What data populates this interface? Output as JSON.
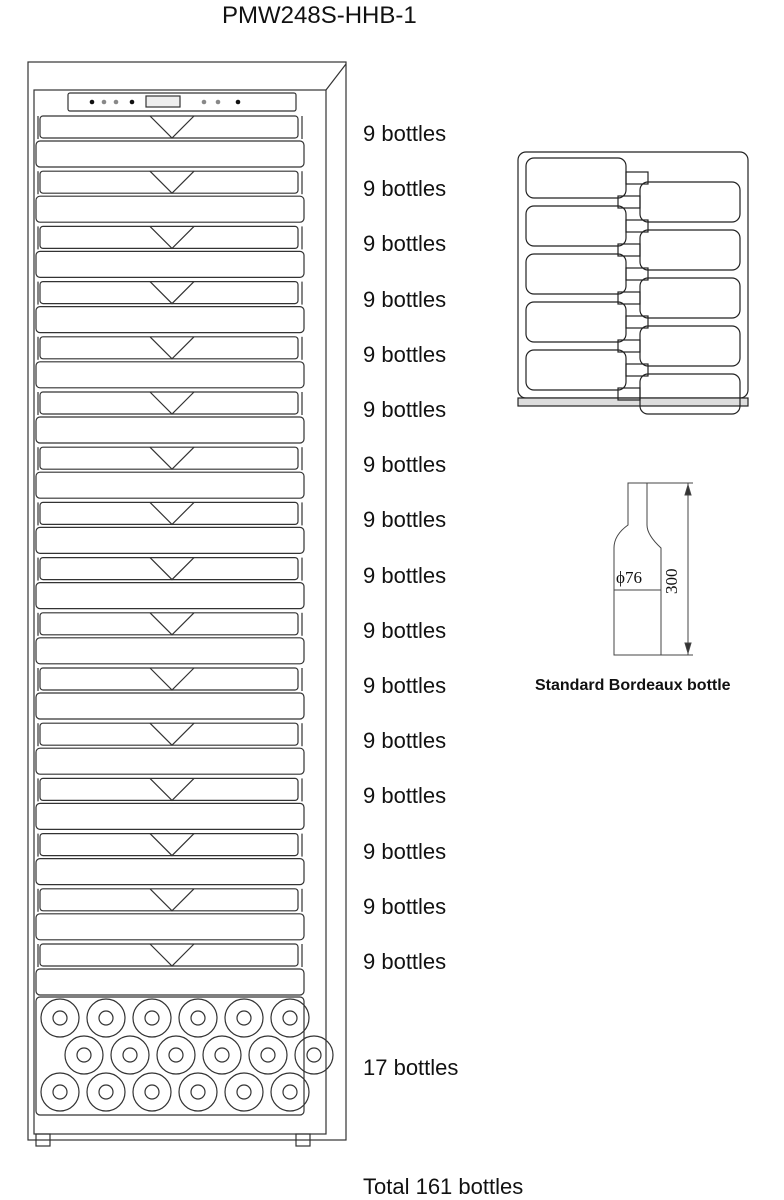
{
  "title": "PMW248S-HHB-1",
  "shelves": [
    {
      "label": "9 bottles"
    },
    {
      "label": "9 bottles"
    },
    {
      "label": "9 bottles"
    },
    {
      "label": "9 bottles"
    },
    {
      "label": "9 bottles"
    },
    {
      "label": "9 bottles"
    },
    {
      "label": "9 bottles"
    },
    {
      "label": "9 bottles"
    },
    {
      "label": "9 bottles"
    },
    {
      "label": "9 bottles"
    },
    {
      "label": "9 bottles"
    },
    {
      "label": "9 bottles"
    },
    {
      "label": "9 bottles"
    },
    {
      "label": "9 bottles"
    },
    {
      "label": "9 bottles"
    },
    {
      "label": "9 bottles"
    }
  ],
  "bottom_rack": {
    "label": "17 bottles"
  },
  "total": "Total 161 bottles",
  "bottle": {
    "caption": "Standard Bordeaux bottle",
    "diameter": "ϕ76",
    "height": "300"
  }
}
